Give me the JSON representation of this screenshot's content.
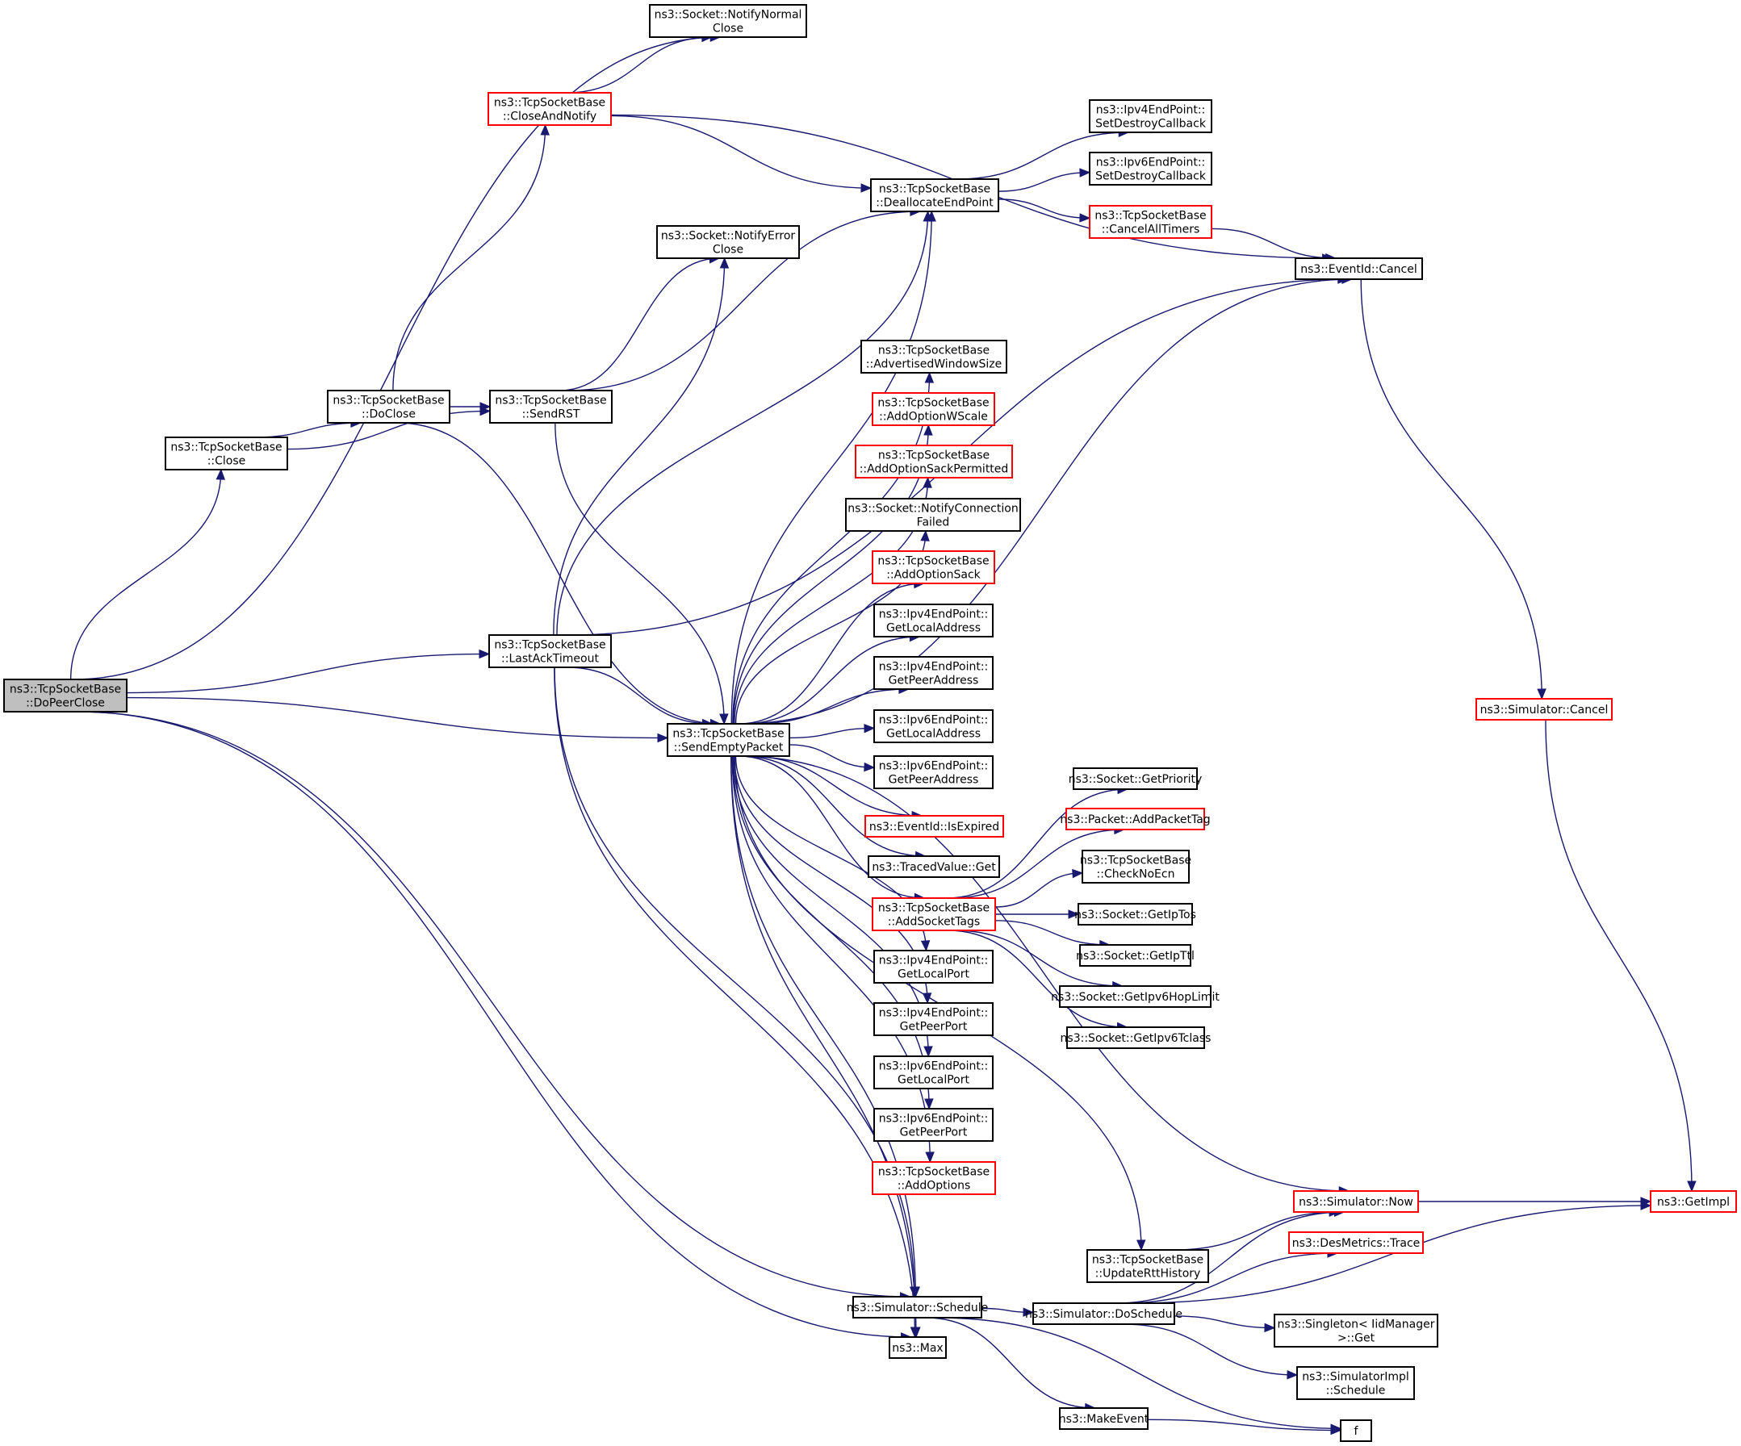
{
  "diagram": {
    "type": "call-graph",
    "colors": {
      "edge": "#191970",
      "root_fill": "#bfbfbf",
      "node_fill": "#ffffff",
      "node_border": "#000000",
      "truncated_border": "#ff0000"
    },
    "nodes": [
      {
        "id": "DoPeerClose",
        "lines": [
          "ns3::TcpSocketBase",
          "::DoPeerClose"
        ],
        "root": true
      },
      {
        "id": "Close",
        "lines": [
          "ns3::TcpSocketBase",
          "::Close"
        ]
      },
      {
        "id": "DoClose",
        "lines": [
          "ns3::TcpSocketBase",
          "::DoClose"
        ]
      },
      {
        "id": "SendRST",
        "lines": [
          "ns3::TcpSocketBase",
          "::SendRST"
        ]
      },
      {
        "id": "CloseAndNotify",
        "lines": [
          "ns3::TcpSocketBase",
          "::CloseAndNotify"
        ],
        "truncated": true
      },
      {
        "id": "NotifyNormalClose",
        "lines": [
          "ns3::Socket::NotifyNormal",
          "Close"
        ]
      },
      {
        "id": "NotifyErrorClose",
        "lines": [
          "ns3::Socket::NotifyError",
          "Close"
        ]
      },
      {
        "id": "LastAckTimeout",
        "lines": [
          "ns3::TcpSocketBase",
          "::LastAckTimeout"
        ]
      },
      {
        "id": "SendEmptyPacket",
        "lines": [
          "ns3::TcpSocketBase",
          "::SendEmptyPacket"
        ]
      },
      {
        "id": "DeallocateEndPoint",
        "lines": [
          "ns3::TcpSocketBase",
          "::DeallocateEndPoint"
        ]
      },
      {
        "id": "Ipv4SetDestroy",
        "lines": [
          "ns3::Ipv4EndPoint::",
          "SetDestroyCallback"
        ]
      },
      {
        "id": "Ipv6SetDestroy",
        "lines": [
          "ns3::Ipv6EndPoint::",
          "SetDestroyCallback"
        ]
      },
      {
        "id": "CancelAllTimers",
        "lines": [
          "ns3::TcpSocketBase",
          "::CancelAllTimers"
        ],
        "truncated": true
      },
      {
        "id": "EventIdCancel",
        "lines": [
          "ns3::EventId::Cancel"
        ]
      },
      {
        "id": "SimulatorCancel",
        "lines": [
          "ns3::Simulator::Cancel"
        ],
        "truncated": true
      },
      {
        "id": "AdvertisedWindowSize",
        "lines": [
          "ns3::TcpSocketBase",
          "::AdvertisedWindowSize"
        ]
      },
      {
        "id": "AddOptionWScale",
        "lines": [
          "ns3::TcpSocketBase",
          "::AddOptionWScale"
        ],
        "truncated": true
      },
      {
        "id": "AddOptionSackPermitted",
        "lines": [
          "ns3::TcpSocketBase",
          "::AddOptionSackPermitted"
        ],
        "truncated": true
      },
      {
        "id": "NotifyConnectionFailed",
        "lines": [
          "ns3::Socket::NotifyConnection",
          "Failed"
        ]
      },
      {
        "id": "AddOptionSack",
        "lines": [
          "ns3::TcpSocketBase",
          "::AddOptionSack"
        ],
        "truncated": true
      },
      {
        "id": "Ipv4GetLocalAddress",
        "lines": [
          "ns3::Ipv4EndPoint::",
          "GetLocalAddress"
        ]
      },
      {
        "id": "Ipv4GetPeerAddress",
        "lines": [
          "ns3::Ipv4EndPoint::",
          "GetPeerAddress"
        ]
      },
      {
        "id": "Ipv6GetLocalAddress",
        "lines": [
          "ns3::Ipv6EndPoint::",
          "GetLocalAddress"
        ]
      },
      {
        "id": "Ipv6GetPeerAddress",
        "lines": [
          "ns3::Ipv6EndPoint::",
          "GetPeerAddress"
        ]
      },
      {
        "id": "IsExpired",
        "lines": [
          "ns3::EventId::IsExpired"
        ],
        "truncated": true
      },
      {
        "id": "TracedValueGet",
        "lines": [
          "ns3::TracedValue::Get"
        ]
      },
      {
        "id": "AddSocketTags",
        "lines": [
          "ns3::TcpSocketBase",
          "::AddSocketTags"
        ],
        "truncated": true
      },
      {
        "id": "Ipv4GetLocalPort",
        "lines": [
          "ns3::Ipv4EndPoint::",
          "GetLocalPort"
        ]
      },
      {
        "id": "Ipv4GetPeerPort",
        "lines": [
          "ns3::Ipv4EndPoint::",
          "GetPeerPort"
        ]
      },
      {
        "id": "Ipv6GetLocalPort",
        "lines": [
          "ns3::Ipv6EndPoint::",
          "GetLocalPort"
        ]
      },
      {
        "id": "Ipv6GetPeerPort",
        "lines": [
          "ns3::Ipv6EndPoint::",
          "GetPeerPort"
        ]
      },
      {
        "id": "AddOptions",
        "lines": [
          "ns3::TcpSocketBase",
          "::AddOptions"
        ],
        "truncated": true
      },
      {
        "id": "GetPriority",
        "lines": [
          "ns3::Socket::GetPriority"
        ]
      },
      {
        "id": "AddPacketTag",
        "lines": [
          "ns3::Packet::AddPacketTag"
        ],
        "truncated": true
      },
      {
        "id": "CheckNoEcn",
        "lines": [
          "ns3::TcpSocketBase",
          "::CheckNoEcn"
        ]
      },
      {
        "id": "GetIpTos",
        "lines": [
          "ns3::Socket::GetIpTos"
        ]
      },
      {
        "id": "GetIpTtl",
        "lines": [
          "ns3::Socket::GetIpTtl"
        ]
      },
      {
        "id": "GetIpv6HopLimit",
        "lines": [
          "ns3::Socket::GetIpv6HopLimit"
        ]
      },
      {
        "id": "GetIpv6Tclass",
        "lines": [
          "ns3::Socket::GetIpv6Tclass"
        ]
      },
      {
        "id": "SimulatorNow",
        "lines": [
          "ns3::Simulator::Now"
        ],
        "truncated": true
      },
      {
        "id": "GetImpl",
        "lines": [
          "ns3::GetImpl"
        ],
        "truncated": true
      },
      {
        "id": "UpdateRttHistory",
        "lines": [
          "ns3::TcpSocketBase",
          "::UpdateRttHistory"
        ]
      },
      {
        "id": "DesMetricsTrace",
        "lines": [
          "ns3::DesMetrics::Trace"
        ],
        "truncated": true
      },
      {
        "id": "SimulatorSchedule",
        "lines": [
          "ns3::Simulator::Schedule"
        ]
      },
      {
        "id": "DoSchedule",
        "lines": [
          "ns3::Simulator::DoSchedule"
        ]
      },
      {
        "id": "SingletonGet",
        "lines": [
          "ns3::Singleton< IidManager",
          ">::Get"
        ]
      },
      {
        "id": "SimulatorImplSchedule",
        "lines": [
          "ns3::SimulatorImpl",
          "::Schedule"
        ]
      },
      {
        "id": "Max",
        "lines": [
          "ns3::Max"
        ]
      },
      {
        "id": "MakeEvent",
        "lines": [
          "ns3::MakeEvent"
        ]
      },
      {
        "id": "f",
        "lines": [
          "f"
        ]
      }
    ],
    "edges": [
      [
        "DoPeerClose",
        "NotifyNormalClose"
      ],
      [
        "DoPeerClose",
        "Close"
      ],
      [
        "DoPeerClose",
        "LastAckTimeout"
      ],
      [
        "DoPeerClose",
        "SendEmptyPacket"
      ],
      [
        "DoPeerClose",
        "SimulatorSchedule"
      ],
      [
        "DoPeerClose",
        "Max"
      ],
      [
        "Close",
        "DoClose"
      ],
      [
        "Close",
        "SendRST"
      ],
      [
        "DoClose",
        "SendRST"
      ],
      [
        "DoClose",
        "CloseAndNotify"
      ],
      [
        "DoClose",
        "SendEmptyPacket"
      ],
      [
        "CloseAndNotify",
        "NotifyNormalClose"
      ],
      [
        "CloseAndNotify",
        "DeallocateEndPoint"
      ],
      [
        "CloseAndNotify",
        "EventIdCancel"
      ],
      [
        "SendRST",
        "NotifyErrorClose"
      ],
      [
        "SendRST",
        "DeallocateEndPoint"
      ],
      [
        "SendRST",
        "SendEmptyPacket"
      ],
      [
        "LastAckTimeout",
        "NotifyErrorClose"
      ],
      [
        "LastAckTimeout",
        "DeallocateEndPoint"
      ],
      [
        "LastAckTimeout",
        "EventIdCancel"
      ],
      [
        "LastAckTimeout",
        "SendEmptyPacket"
      ],
      [
        "LastAckTimeout",
        "SimulatorSchedule"
      ],
      [
        "LastAckTimeout",
        "Max"
      ],
      [
        "DeallocateEndPoint",
        "Ipv4SetDestroy"
      ],
      [
        "DeallocateEndPoint",
        "Ipv6SetDestroy"
      ],
      [
        "DeallocateEndPoint",
        "CancelAllTimers"
      ],
      [
        "CancelAllTimers",
        "EventIdCancel"
      ],
      [
        "EventIdCancel",
        "SimulatorCancel"
      ],
      [
        "SimulatorCancel",
        "GetImpl"
      ],
      [
        "SendEmptyPacket",
        "DeallocateEndPoint"
      ],
      [
        "SendEmptyPacket",
        "EventIdCancel"
      ],
      [
        "SendEmptyPacket",
        "AdvertisedWindowSize"
      ],
      [
        "SendEmptyPacket",
        "AddOptionWScale"
      ],
      [
        "SendEmptyPacket",
        "AddOptionSackPermitted"
      ],
      [
        "SendEmptyPacket",
        "NotifyConnectionFailed"
      ],
      [
        "SendEmptyPacket",
        "AddOptionSack"
      ],
      [
        "SendEmptyPacket",
        "Ipv4GetLocalAddress"
      ],
      [
        "SendEmptyPacket",
        "Ipv4GetPeerAddress"
      ],
      [
        "SendEmptyPacket",
        "Ipv6GetLocalAddress"
      ],
      [
        "SendEmptyPacket",
        "Ipv6GetPeerAddress"
      ],
      [
        "SendEmptyPacket",
        "IsExpired"
      ],
      [
        "SendEmptyPacket",
        "TracedValueGet"
      ],
      [
        "SendEmptyPacket",
        "AddSocketTags"
      ],
      [
        "SendEmptyPacket",
        "Ipv4GetLocalPort"
      ],
      [
        "SendEmptyPacket",
        "Ipv4GetPeerPort"
      ],
      [
        "SendEmptyPacket",
        "Ipv6GetLocalPort"
      ],
      [
        "SendEmptyPacket",
        "Ipv6GetPeerPort"
      ],
      [
        "SendEmptyPacket",
        "AddOptions"
      ],
      [
        "SendEmptyPacket",
        "SimulatorNow"
      ],
      [
        "SendEmptyPacket",
        "UpdateRttHistory"
      ],
      [
        "SendEmptyPacket",
        "SimulatorSchedule"
      ],
      [
        "SendEmptyPacket",
        "Max"
      ],
      [
        "AddSocketTags",
        "GetPriority"
      ],
      [
        "AddSocketTags",
        "AddPacketTag"
      ],
      [
        "AddSocketTags",
        "CheckNoEcn"
      ],
      [
        "AddSocketTags",
        "GetIpTos"
      ],
      [
        "AddSocketTags",
        "GetIpTtl"
      ],
      [
        "AddSocketTags",
        "GetIpv6HopLimit"
      ],
      [
        "AddSocketTags",
        "GetIpv6Tclass"
      ],
      [
        "UpdateRttHistory",
        "SimulatorNow"
      ],
      [
        "SimulatorNow",
        "GetImpl"
      ],
      [
        "SimulatorSchedule",
        "DoSchedule"
      ],
      [
        "SimulatorSchedule",
        "MakeEvent"
      ],
      [
        "SimulatorSchedule",
        "f"
      ],
      [
        "DoSchedule",
        "SimulatorNow"
      ],
      [
        "DoSchedule",
        "DesMetricsTrace"
      ],
      [
        "DoSchedule",
        "GetImpl"
      ],
      [
        "DoSchedule",
        "SingletonGet"
      ],
      [
        "DoSchedule",
        "SimulatorImplSchedule"
      ],
      [
        "MakeEvent",
        "f"
      ]
    ]
  }
}
